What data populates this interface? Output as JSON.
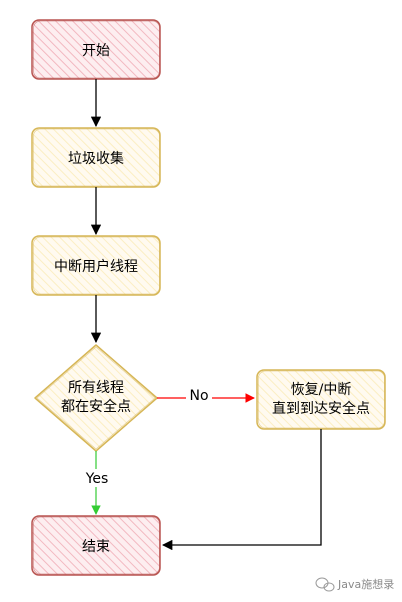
{
  "nodes": {
    "start": "开始",
    "gc": "垃圾收集",
    "interrupt": "中断用户线程",
    "check_line1": "所有线程",
    "check_line2": "都在安全点",
    "resume_line1": "恢复/中断",
    "resume_line2": "直到到达安全点",
    "end": "结束"
  },
  "edges": {
    "no_label": "No",
    "yes_label": "Yes"
  },
  "watermark": "Java施想录",
  "colors": {
    "terminal_fill": "#f8d7dc",
    "terminal_stroke": "#b85450",
    "process_fill": "#fdf3d0",
    "process_stroke": "#d6b656",
    "no_edge": "#ff0000",
    "yes_edge": "#33cc33",
    "edge": "#000000"
  }
}
